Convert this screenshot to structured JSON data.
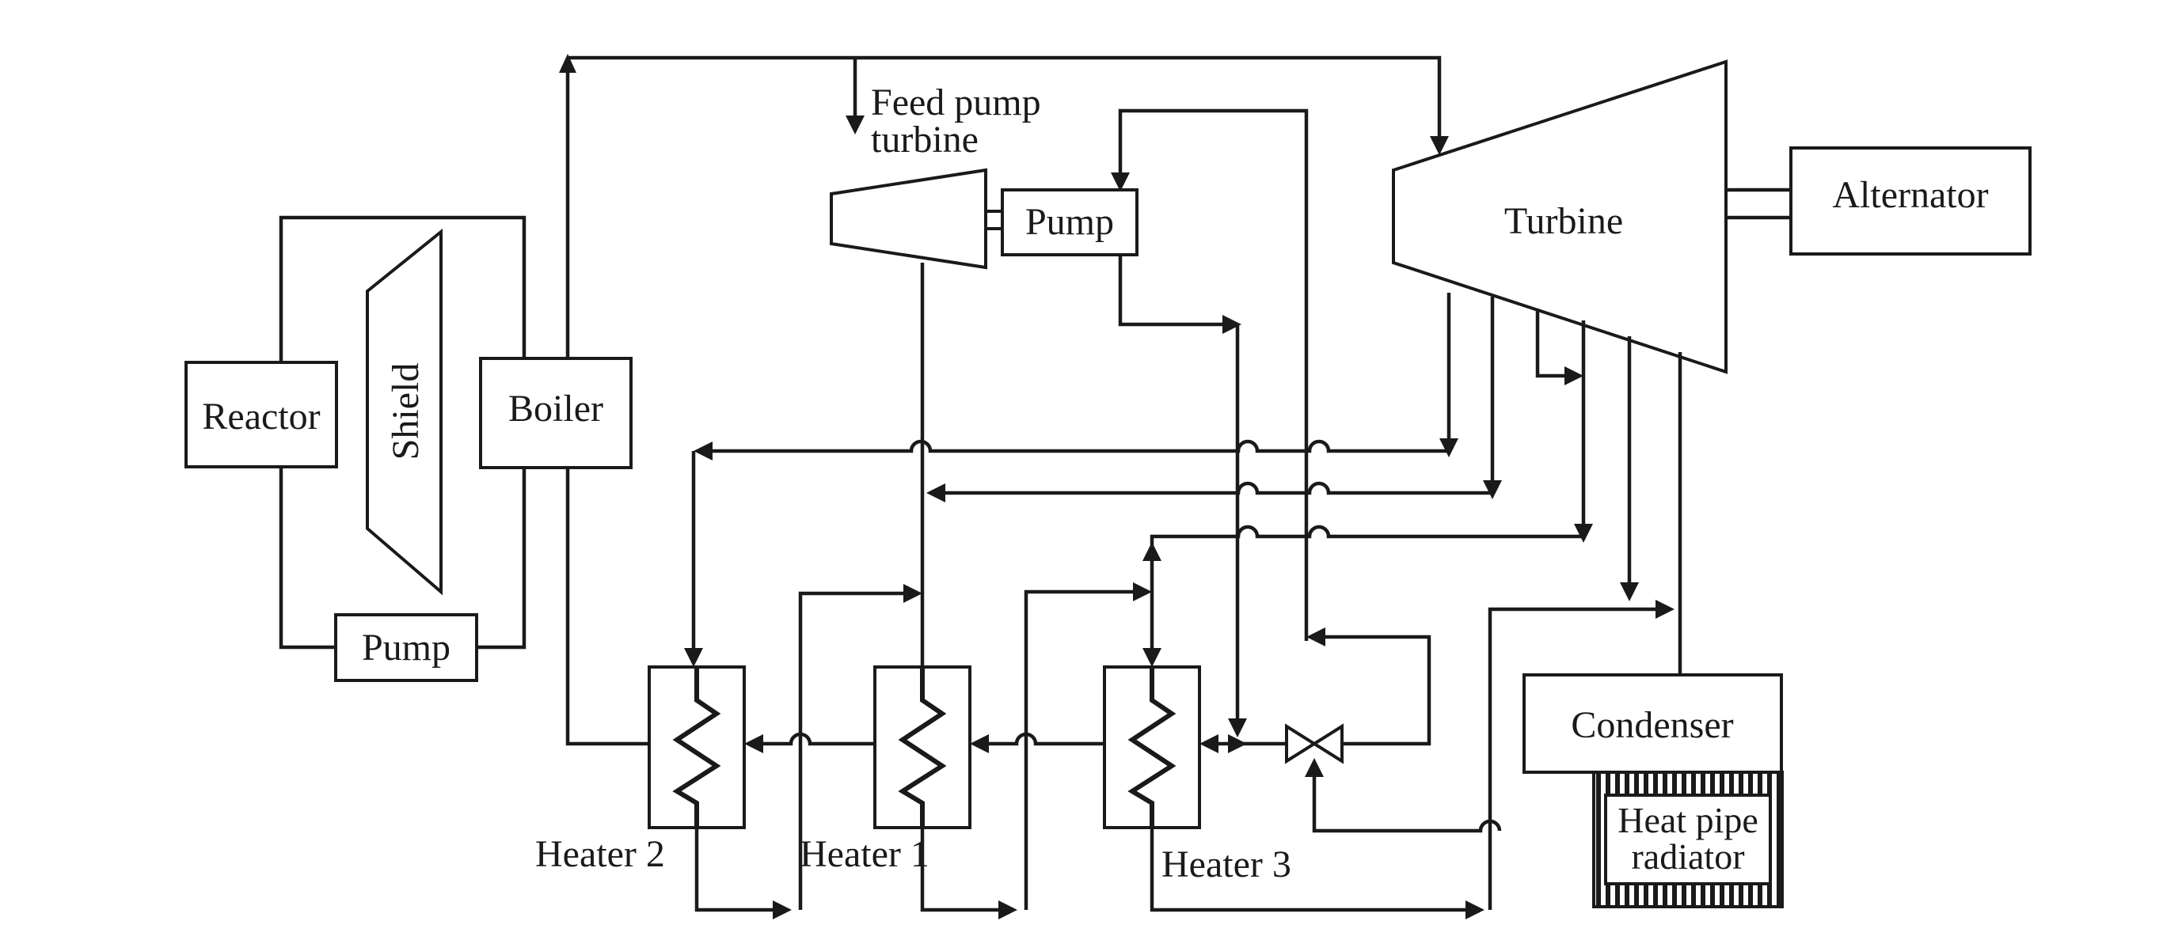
{
  "components": {
    "reactor": "Reactor",
    "shield": "Shield",
    "boiler": "Boiler",
    "primary_pump": "Pump",
    "feed_pump_turbine_line1": "Feed pump",
    "feed_pump_turbine_line2": "turbine",
    "feed_pump": "Pump",
    "turbine": "Turbine",
    "alternator": "Alternator",
    "condenser": "Condenser",
    "radiator_line1": "Heat pipe",
    "radiator_line2": "radiator",
    "heater_2": "Heater 2",
    "heater_1": "Heater 1",
    "heater_3": "Heater 3"
  },
  "colors": {
    "line": "#1a1a1a",
    "background": "#ffffff"
  }
}
